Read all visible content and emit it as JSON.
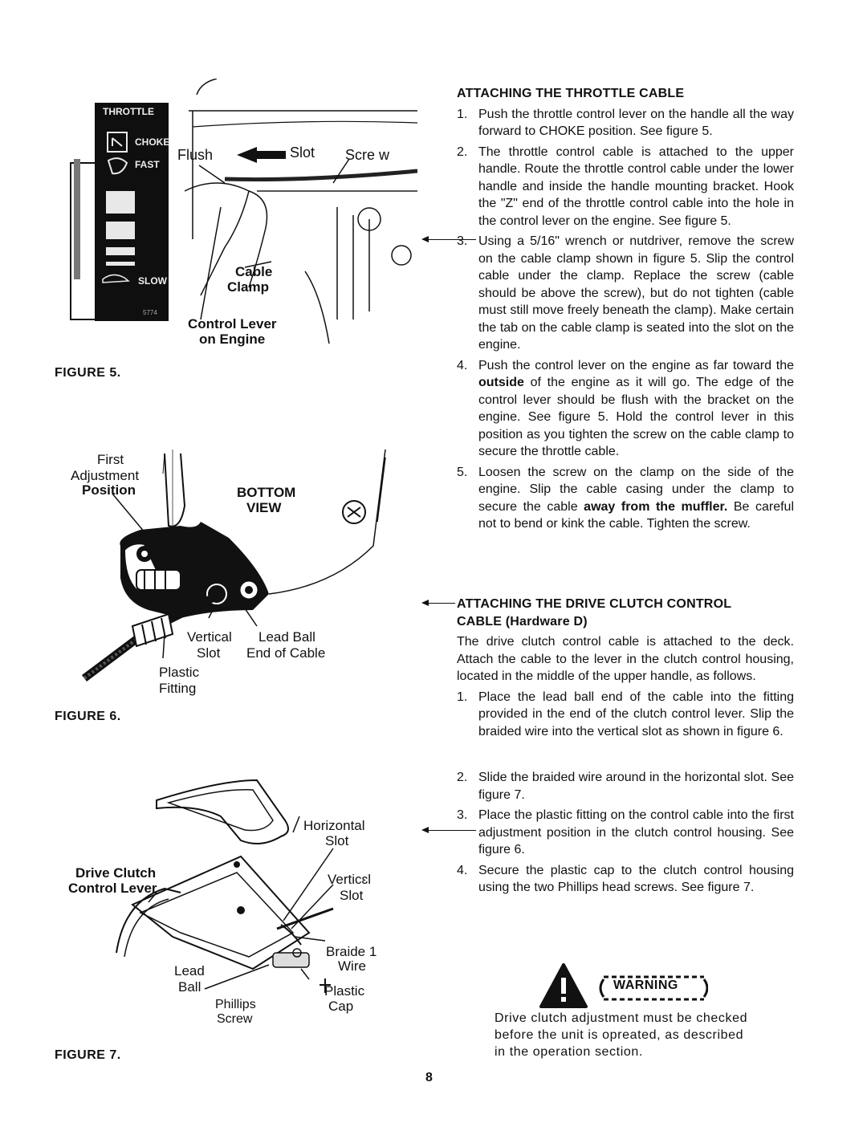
{
  "figure5": {
    "panel": {
      "title": "THROTTLE",
      "choke": "CHOKE",
      "fast": "FAST",
      "slow": "SLOW",
      "code": "5774"
    },
    "labels": {
      "flush": "Flush",
      "slot": "Slot",
      "screw": "Scre w",
      "cable": "Cable",
      "clamp": "Clamp",
      "control_lever": "Control Lever",
      "on_engine": "on Engine"
    },
    "caption": "FIGURE 5."
  },
  "figure6": {
    "labels": {
      "first": "First",
      "adjustment": "Adjustment",
      "position": "Position",
      "bottom": "BOTTOM",
      "view": "VIEW",
      "vertical": "Vertical",
      "slot": "Slot",
      "lead_ball": "Lead Ball",
      "end_of_cable": "End of Cable",
      "plastic": "Plastic",
      "fitting": "Fitting"
    },
    "caption": "FIGURE 6."
  },
  "figure7": {
    "labels": {
      "horizontal": "Horizontal",
      "h_slot": "Slot",
      "drive_clutch": "Drive Clutch",
      "control_lever": "Control Lever",
      "vertical": "Verticɛl",
      "v_slot": "Slot",
      "braided": "Braide 1",
      "wire": "Wire",
      "lead": "Lead",
      "ball": "Ball",
      "plastic": "Plastic",
      "cap": "Cap",
      "phillips": "Phillips",
      "screw": "Screw"
    },
    "caption": "FIGURE 7."
  },
  "throttle": {
    "heading": "ATTACHING THE THROTTLE CABLE",
    "steps": [
      {
        "num": "1.",
        "text": "Push the throttle control lever on the handle all the way forward to CHOKE position. See figure 5."
      },
      {
        "num": "2.",
        "text": "The throttle control cable is attached to the upper handle. Route the throttle control cable under the lower handle and inside the handle mounting bracket. Hook the \"Z\" end of the throttle control cable into the hole in the control lever on the engine. See figure 5."
      },
      {
        "num": "3.",
        "text": "Using a 5/16\" wrench or nutdriver, remove the screw on the cable clamp shown in figure 5. Slip the control cable under the clamp. Replace the screw (cable should be above the screw), but do not tighten (cable must still move freely beneath the clamp). Make certain the tab on the cable clamp is seated into the slot on the engine."
      },
      {
        "num": "4.",
        "text_a": "Push the control lever on the engine as far toward the ",
        "bold": "outside",
        "text_b": " of the engine as it will go. The edge of the control lever should be flush with the bracket on the engine. See figure 5. Hold the control lever in this position as you tighten the screw on the cable clamp to secure the throttle cable."
      },
      {
        "num": "5.",
        "text_a": "Loosen the screw on the clamp on the side of the engine. Slip the cable casing under the clamp to secure the cable ",
        "bold": "away from the muffler.",
        "text_b": " Be careful not to bend or kink the cable. Tighten the screw."
      }
    ]
  },
  "clutch": {
    "heading": "ATTACHING THE DRIVE CLUTCH CONTROL",
    "subheading": "CABLE (Hardware D)",
    "intro": "The drive clutch control cable is attached to the deck. Attach the cable to the lever in the clutch control housing, located in the middle of the upper handle, as follows.",
    "steps": [
      {
        "num": "1.",
        "text": "Place the lead ball end of the cable into the fitting provided in the end of the clutch control lever. Slip the braided wire into the vertical slot as shown in figure 6."
      },
      {
        "num": "2.",
        "text": "Slide the braided wire around in the horizontal slot. See figure 7."
      },
      {
        "num": "3.",
        "text": "Place the plastic fitting on the control cable into the first adjustment position in the clutch control housing. See figure 6."
      },
      {
        "num": "4.",
        "text": "Secure the plastic cap to the clutch control housing using the two Phillips head screws. See figure 7."
      }
    ]
  },
  "warning": {
    "label": "WARNING",
    "text": "Drive clutch adjustment must be checked before the unit is opreated, as described in the operation section."
  },
  "page_number": "8"
}
